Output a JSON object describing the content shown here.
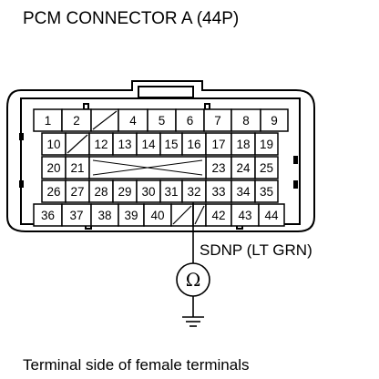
{
  "title": "PCM CONNECTOR A (44P)",
  "wire_label": "SDNP (LT GRN)",
  "ohmmeter_symbol": "Ω",
  "caption": "Terminal side of female terminals",
  "connector": {
    "rows": [
      [
        "1",
        "2",
        "",
        "4",
        "5",
        "6",
        "7",
        "8",
        "9"
      ],
      [
        "10",
        "",
        "12",
        "13",
        "14",
        "15",
        "16",
        "17",
        "18",
        "19"
      ],
      [
        "20",
        "21",
        "",
        "",
        "",
        "",
        "",
        "23",
        "24",
        "25"
      ],
      [
        "26",
        "27",
        "28",
        "29",
        "30",
        "31",
        "32",
        "33",
        "34",
        "35"
      ],
      [
        "36",
        "37",
        "38",
        "39",
        "40",
        "",
        "",
        "42",
        "43",
        "44"
      ]
    ],
    "probed_terminal": "32"
  }
}
